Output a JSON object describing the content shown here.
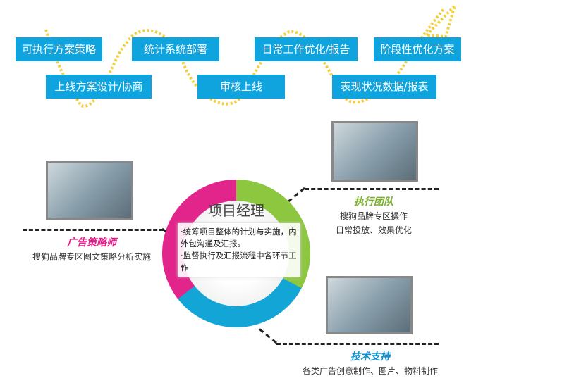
{
  "steps": [
    "可执行方案策略",
    "上线方案设计/协商",
    "统计系统部署",
    "审核上线",
    "日常工作优化/报告",
    "表现状况数据/报表",
    "阶段性优化方案"
  ],
  "center": {
    "title": "项目经理",
    "desc1": "·统筹项目整体的计划与实施，内外包沟通及汇报。",
    "desc2": "·监督执行及汇报流程中各环节工作"
  },
  "roles": [
    {
      "title": "广告策略师",
      "desc": "搜狗品牌专区图文策略分析实施"
    },
    {
      "title": "执行团队",
      "desc": "搜狗品牌专区操作",
      "desc2": "日常投放、效果优化"
    },
    {
      "title": "技术支持",
      "desc": "各类广告创意制作、图片、物料制作"
    }
  ],
  "colors": {
    "step": "#10a4df",
    "pink": "#e2258a",
    "green": "#8dc63f",
    "blue": "#12a5d6",
    "wave": "#f5cf3a"
  }
}
